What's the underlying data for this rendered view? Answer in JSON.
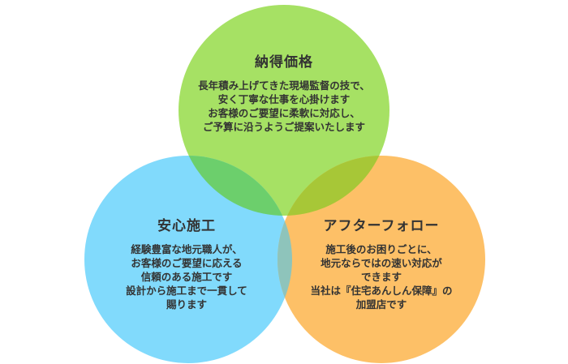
{
  "colors": {
    "green": "#a6e164",
    "blue": "#81dafc",
    "orange": "#fdc067",
    "green_blue": "#6ccf6c",
    "green_orange": "#a7c737",
    "blue_orange": "#8ec4bb"
  },
  "circles": [
    {
      "id": "top",
      "title": "納得価格",
      "lines": [
        "長年積み上げてきた現場監督の技で、",
        "安く丁寧な仕事を心掛けます",
        "お客様のご要望に柔軟に対応し、",
        "ご予算に沿うようご提案いたします"
      ]
    },
    {
      "id": "left",
      "title": "安心施工",
      "lines": [
        "経験豊富な地元職人が、",
        "お客様のご要望に応える",
        "信頼のある施工です",
        "設計から施工まで一貫して",
        "賜ります"
      ]
    },
    {
      "id": "right",
      "title": "アフターフォロー",
      "lines": [
        "施工後のお困りごとに、",
        "地元ならではの速い対応が",
        "できます",
        "当社は『住宅あんしん保障』の",
        "加盟店です"
      ]
    }
  ]
}
